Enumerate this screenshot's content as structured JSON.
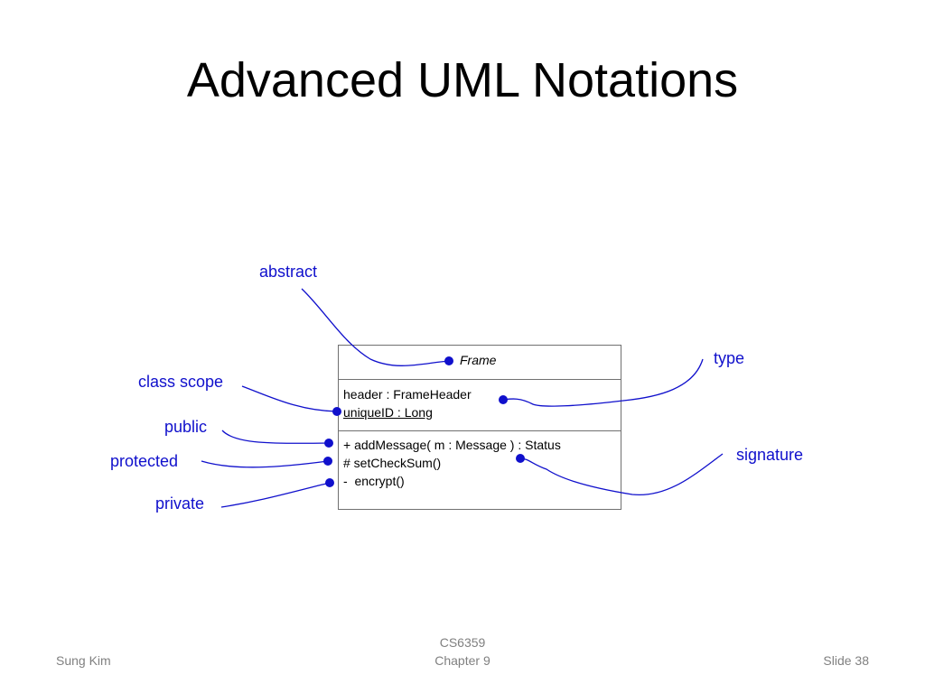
{
  "slide": {
    "title": "Advanced UML Notations",
    "footer": {
      "author": "Sung Kim",
      "course": "CS6359",
      "chapter": "Chapter 9",
      "slide_number": "Slide 38"
    }
  },
  "class_box": {
    "name": "Frame",
    "attributes": [
      "header : FrameHeader",
      "uniqueID : Long"
    ],
    "operations": [
      "+ addMessage( m : Message ) : Status",
      "# setCheckSum()",
      "-  encrypt()"
    ]
  },
  "annotations": {
    "abstract": "abstract",
    "type": "type",
    "class_scope": "class scope",
    "public": "public",
    "protected": "protected",
    "private": "private",
    "signature": "signature"
  },
  "colors": {
    "annotation": "#1010cc",
    "footer": "#808080",
    "box_border": "#707070"
  }
}
